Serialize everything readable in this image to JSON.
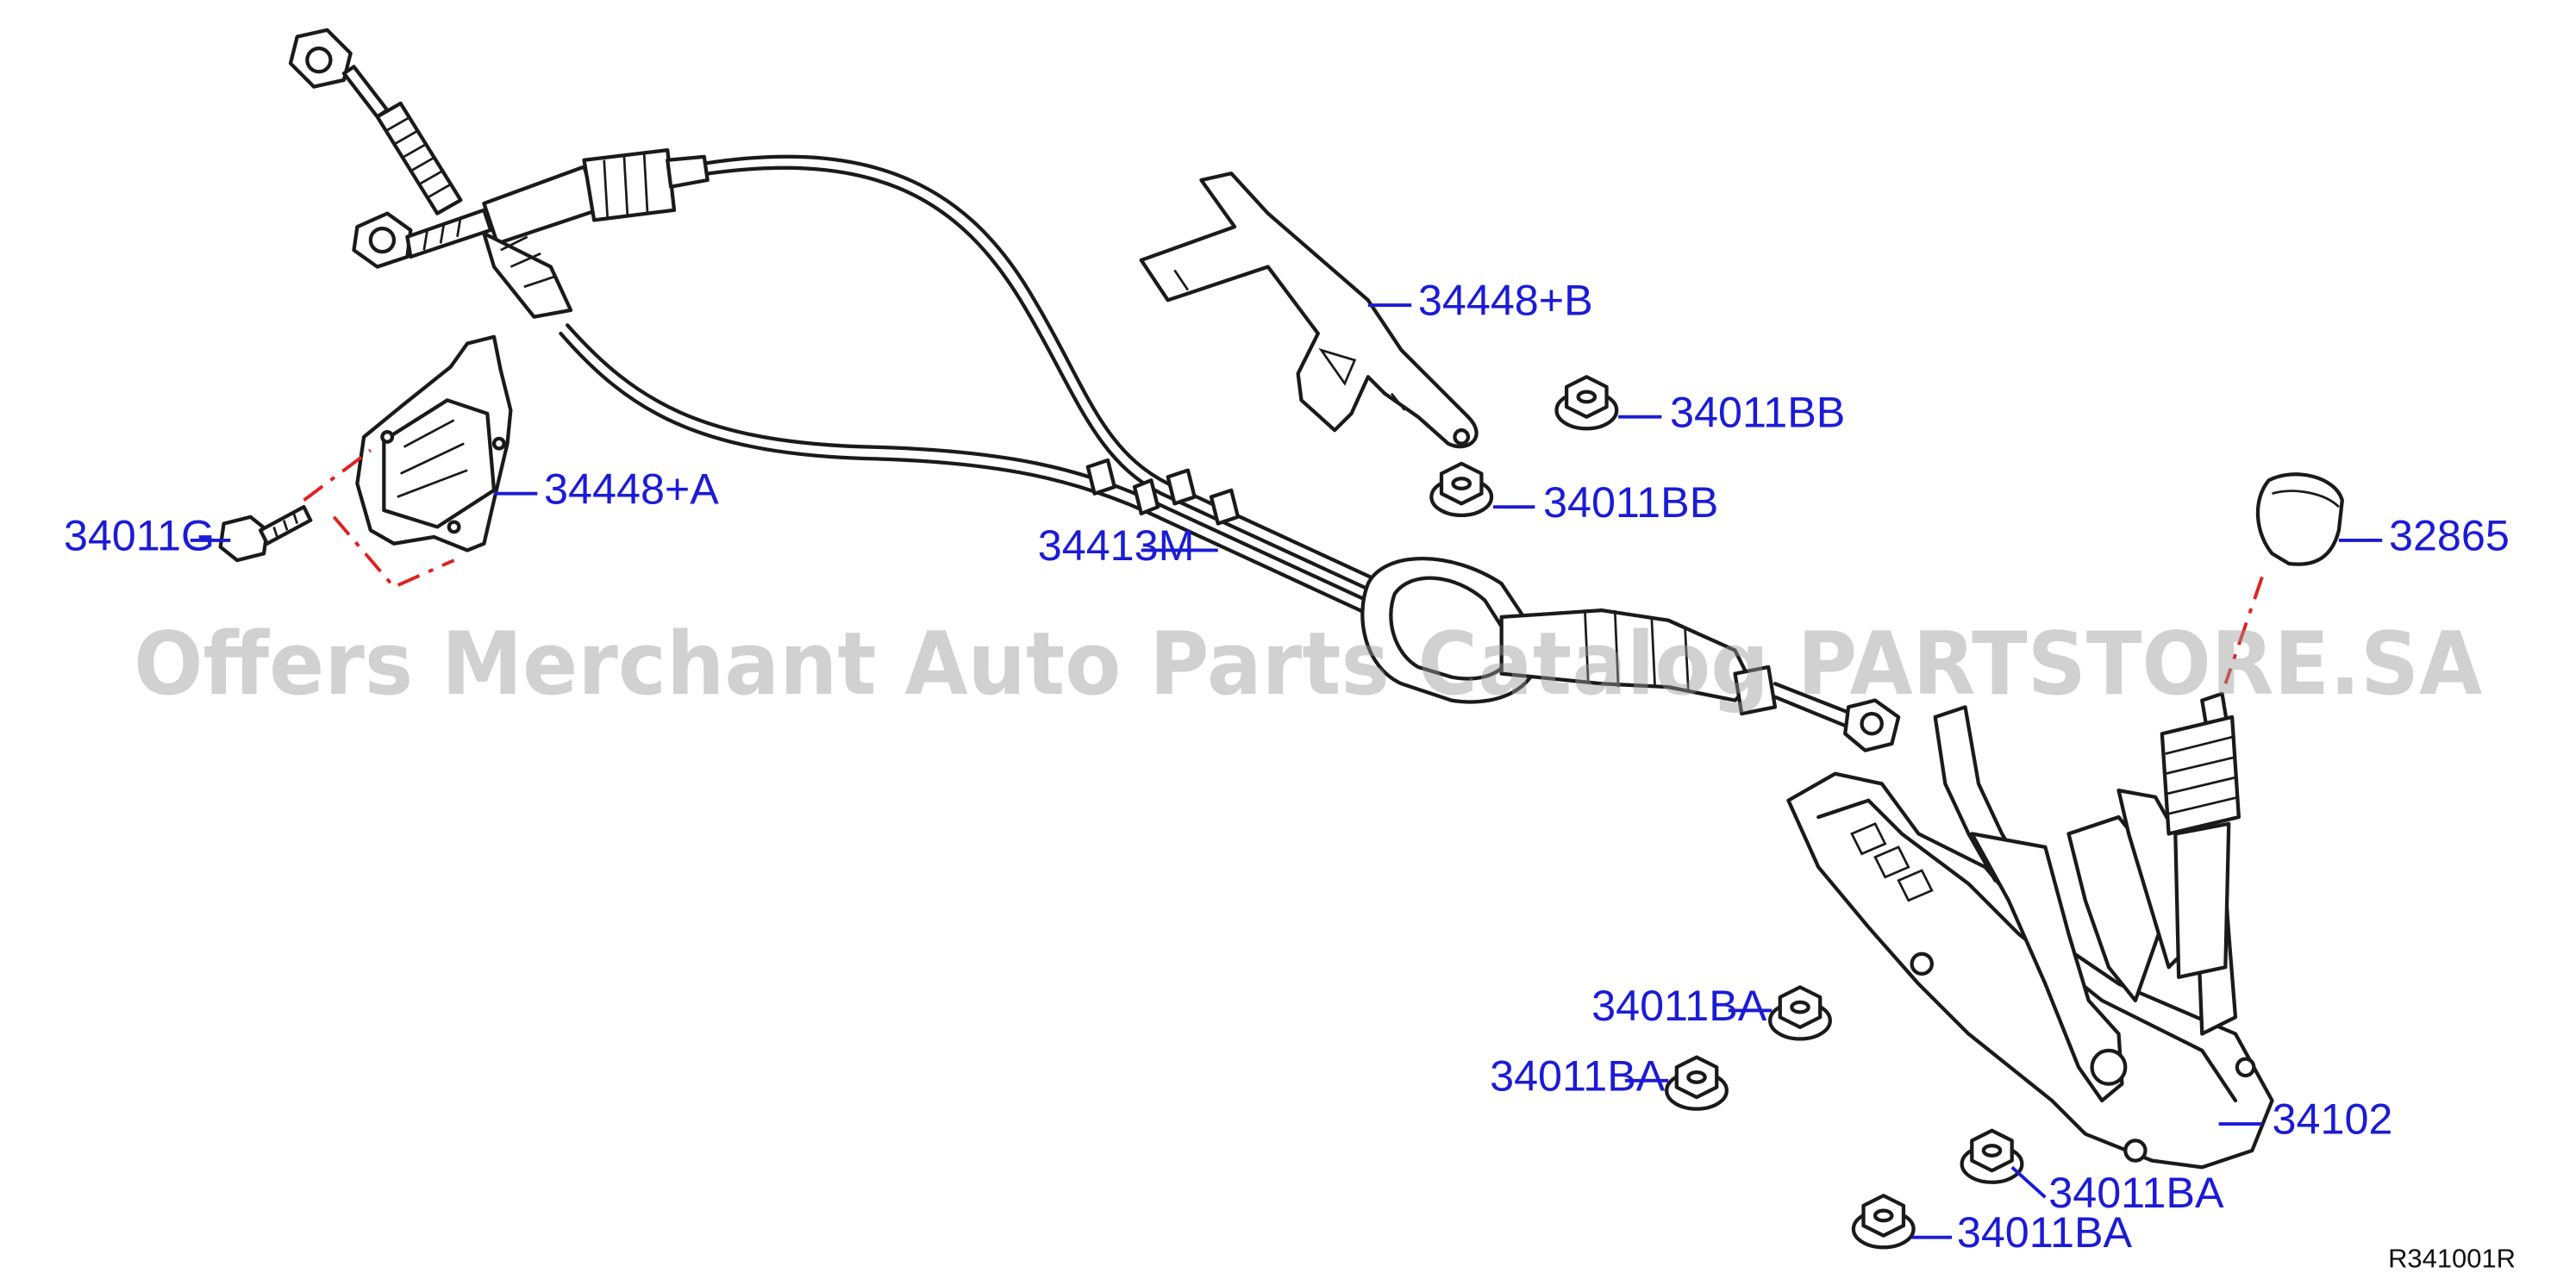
{
  "watermark": "Offers Merchant Auto Parts Catalog PARTSTORE.SA",
  "diagram_ref": "R341001R",
  "callouts": {
    "bracket_b": "34448+B",
    "nut_bb_1": "34011BB",
    "nut_bb_2": "34011BB",
    "bolt_g": "34011G",
    "bracket_a": "34448+A",
    "cable": "34413M",
    "knob": "32865",
    "nut_ba_1": "34011BA",
    "nut_ba_2": "34011BA",
    "nut_ba_3": "34011BA",
    "nut_ba_4": "34011BA",
    "shifter": "34102"
  },
  "colors": {
    "callout": "#1b1bd6",
    "outline": "#1a1a1a",
    "hint_line": "#e02020",
    "watermark": "#9a9a9a"
  }
}
